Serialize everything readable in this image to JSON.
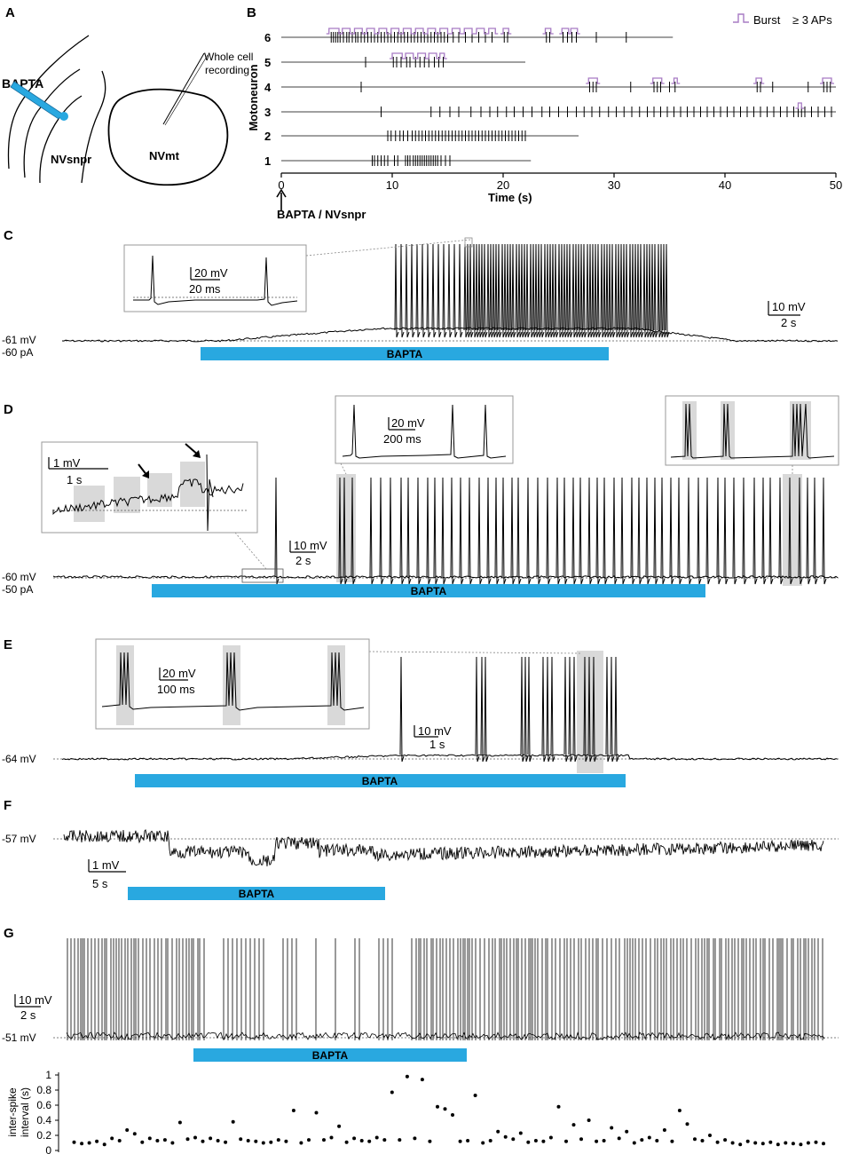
{
  "colors": {
    "bapta_bar": "#29A8E0",
    "burst": "#A77BC4",
    "trace": "#000000",
    "shade": "#D9D9D9",
    "inset_border": "#999999"
  },
  "panelA": {
    "letter": "A",
    "bapta_label": "BAPTA",
    "recording_label_1": "Whole cell",
    "recording_label_2": "recording",
    "nucleus_left": "NVsnpr",
    "nucleus_right": "NVmt"
  },
  "panelB": {
    "letter": "B",
    "ylabel": "Motoneuron",
    "xlabel": "Time (s)",
    "arrow_label": "BAPTA / NVsnpr",
    "legend_label": "Burst",
    "legend_label2": "≥ 3 APs"
  },
  "panelC": {
    "letter": "C",
    "baseline": "-61 mV",
    "holding": "-60 pA",
    "bar_label": "BAPTA",
    "inset_scale_v": "20 mV",
    "inset_scale_t": "20 ms",
    "scale_v": "10 mV",
    "scale_t": "2 s"
  },
  "panelD": {
    "letter": "D",
    "baseline": "-60 mV",
    "holding": "-50 pA",
    "bar_label": "BAPTA",
    "inset1_scale_v": "1 mV",
    "inset1_scale_t": "1 s",
    "inset2_scale_v": "20 mV",
    "inset2_scale_t": "200 ms",
    "scale_v": "10 mV",
    "scale_t": "2 s"
  },
  "panelE": {
    "letter": "E",
    "baseline": "-64 mV",
    "bar_label": "BAPTA",
    "inset_scale_v": "20 mV",
    "inset_scale_t": "100 ms",
    "scale_v": "10 mV",
    "scale_t": "1 s"
  },
  "panelF": {
    "letter": "F",
    "baseline": "-57 mV",
    "bar_label": "BAPTA",
    "scale_v": "1 mV",
    "scale_t": "5 s"
  },
  "panelG": {
    "letter": "G",
    "baseline": "-51 mV",
    "bar_label": "BAPTA",
    "scale_v": "10 mV",
    "scale_t": "2 s",
    "ylabel_1": "inter-spike",
    "ylabel_2": "interval (s)"
  },
  "chart_data": [
    {
      "type": "raster",
      "panel": "B",
      "xlabel": "Time (s)",
      "ylabel": "Motoneuron",
      "xlim": [
        0,
        50
      ],
      "xticks": [
        0,
        10,
        20,
        30,
        40,
        50
      ],
      "rows": [
        {
          "name": "1",
          "start": 0,
          "end": 22.5,
          "spikes": [
            8.2,
            8.4,
            8.7,
            9.0,
            9.3,
            9.6,
            10.2,
            10.5,
            11.2,
            11.4,
            11.6,
            11.9,
            12.1,
            12.3,
            12.5,
            12.7,
            12.9,
            13.1,
            13.3,
            13.5,
            13.7,
            13.9,
            14.1,
            14.4,
            14.8,
            15.2
          ]
        },
        {
          "name": "2",
          "start": 0,
          "end": 26.8,
          "spikes": [
            9.6,
            9.9,
            10.3,
            10.7,
            11.0,
            11.4,
            11.8,
            12.1,
            12.4,
            12.7,
            13.0,
            13.3,
            13.6,
            13.9,
            14.2,
            14.5,
            14.8,
            15.1,
            15.4,
            15.7,
            16.0,
            16.3,
            16.6,
            16.9,
            17.2,
            17.5,
            17.8,
            18.1,
            18.4,
            18.7,
            19.0,
            19.3,
            19.6,
            19.9,
            20.2,
            20.5,
            20.8,
            21.1,
            21.4,
            21.7,
            22.0
          ]
        },
        {
          "name": "3",
          "start": 0,
          "end": 50,
          "spikes": [
            9.0,
            13.5,
            14.3,
            15.2,
            16.0,
            17.1,
            18.0,
            18.8,
            19.5,
            20.3,
            21.0,
            21.8,
            22.6,
            23.5,
            24.2,
            25.0,
            25.8,
            26.6,
            27.3,
            28.0,
            28.7,
            29.5,
            30.2,
            30.9,
            31.6,
            32.3,
            33.0,
            33.6,
            34.2,
            34.8,
            35.4,
            36.0,
            36.6,
            37.2,
            37.8,
            38.4,
            39.0,
            39.6,
            40.2,
            40.8,
            41.4,
            42.0,
            42.6,
            43.2,
            43.8,
            44.4,
            45.0,
            45.6,
            46.2,
            46.6,
            46.9,
            47.2,
            47.8,
            48.4,
            49.0,
            49.6
          ]
        },
        {
          "name": "4",
          "start": 0,
          "end": 50,
          "spikes": [
            7.2,
            27.8,
            28.1,
            28.4,
            31.5,
            33.6,
            33.9,
            34.2,
            35.0,
            35.5,
            42.9,
            43.2,
            44.3,
            47.5,
            48.9,
            49.2,
            49.5
          ]
        },
        {
          "name": "5",
          "start": 0,
          "end": 22.0,
          "spikes": [
            7.6,
            10.1,
            10.4,
            10.8,
            11.3,
            11.6,
            12.1,
            12.5,
            12.9,
            13.3,
            13.8,
            14.2,
            14.6
          ]
        },
        {
          "name": "6",
          "start": 0,
          "end": 35.3,
          "spikes": [
            4.5,
            4.7,
            4.9,
            5.1,
            5.3,
            5.6,
            5.9,
            6.1,
            6.4,
            6.7,
            6.9,
            7.2,
            7.5,
            7.8,
            8.1,
            8.4,
            8.7,
            9.0,
            9.3,
            9.6,
            9.9,
            10.2,
            10.5,
            10.8,
            11.1,
            11.4,
            11.7,
            12.0,
            12.3,
            12.6,
            12.9,
            13.2,
            13.5,
            13.8,
            14.1,
            14.4,
            14.7,
            15.0,
            15.5,
            16.0,
            16.6,
            17.2,
            17.8,
            18.4,
            19.0,
            20.1,
            20.4,
            23.9,
            24.2,
            25.4,
            25.8,
            26.2,
            26.6,
            28.4,
            31.1
          ]
        }
      ],
      "bursts": [
        {
          "row": "6",
          "segments": [
            [
              4.3,
              5.2
            ],
            [
              5.5,
              6.2
            ],
            [
              6.6,
              7.3
            ],
            [
              7.7,
              8.4
            ],
            [
              8.8,
              9.5
            ],
            [
              9.9,
              10.6
            ],
            [
              11.0,
              11.7
            ],
            [
              12.1,
              12.8
            ],
            [
              13.2,
              13.9
            ],
            [
              14.3,
              15.0
            ],
            [
              15.4,
              16.1
            ],
            [
              16.5,
              17.2
            ],
            [
              17.6,
              18.3
            ],
            [
              18.7,
              19.3
            ],
            [
              20.0,
              20.5
            ],
            [
              23.8,
              24.3
            ],
            [
              25.3,
              25.9
            ],
            [
              26.1,
              26.7
            ]
          ]
        },
        {
          "row": "5",
          "segments": [
            [
              10.0,
              10.9
            ],
            [
              11.2,
              11.9
            ],
            [
              12.3,
              13.0
            ],
            [
              13.3,
              14.0
            ],
            [
              14.3,
              14.7
            ]
          ]
        },
        {
          "row": "4",
          "segments": [
            [
              27.7,
              28.5
            ],
            [
              33.5,
              34.3
            ],
            [
              35.4,
              35.7
            ],
            [
              42.8,
              43.3
            ],
            [
              48.8,
              49.6
            ]
          ]
        },
        {
          "row": "3",
          "segments": [
            [
              46.6,
              46.9
            ]
          ]
        }
      ]
    },
    {
      "type": "scatter",
      "panel": "G",
      "xlabel": "",
      "ylabel": "inter-spike interval (s)",
      "ylim": [
        0,
        1
      ],
      "yticks": [
        0,
        0.2,
        0.4,
        0.6,
        0.8,
        1
      ],
      "xlim": [
        0,
        100
      ],
      "points": [
        [
          1,
          0.11
        ],
        [
          2,
          0.09
        ],
        [
          3,
          0.1
        ],
        [
          4,
          0.12
        ],
        [
          5,
          0.08
        ],
        [
          6,
          0.16
        ],
        [
          7,
          0.13
        ],
        [
          8,
          0.27
        ],
        [
          9,
          0.22
        ],
        [
          10,
          0.11
        ],
        [
          11,
          0.16
        ],
        [
          12,
          0.13
        ],
        [
          13,
          0.14
        ],
        [
          14,
          0.1
        ],
        [
          15,
          0.37
        ],
        [
          16,
          0.15
        ],
        [
          17,
          0.17
        ],
        [
          18,
          0.12
        ],
        [
          19,
          0.16
        ],
        [
          20,
          0.13
        ],
        [
          21,
          0.11
        ],
        [
          22,
          0.38
        ],
        [
          23,
          0.15
        ],
        [
          24,
          0.13
        ],
        [
          25,
          0.12
        ],
        [
          26,
          0.1
        ],
        [
          27,
          0.11
        ],
        [
          28,
          0.14
        ],
        [
          29,
          0.12
        ],
        [
          30,
          0.53
        ],
        [
          31,
          0.1
        ],
        [
          32,
          0.14
        ],
        [
          33,
          0.5
        ],
        [
          34,
          0.14
        ],
        [
          35,
          0.17
        ],
        [
          36,
          0.32
        ],
        [
          37,
          0.11
        ],
        [
          38,
          0.16
        ],
        [
          39,
          0.13
        ],
        [
          40,
          0.12
        ],
        [
          41,
          0.17
        ],
        [
          42,
          0.14
        ],
        [
          43,
          0.77
        ],
        [
          44,
          0.14
        ],
        [
          45,
          0.98
        ],
        [
          46,
          0.16
        ],
        [
          47,
          0.94
        ],
        [
          48,
          0.12
        ],
        [
          49,
          0.58
        ],
        [
          50,
          0.55
        ],
        [
          51,
          0.47
        ],
        [
          52,
          0.12
        ],
        [
          53,
          0.13
        ],
        [
          54,
          0.73
        ],
        [
          55,
          0.1
        ],
        [
          56,
          0.13
        ],
        [
          57,
          0.25
        ],
        [
          58,
          0.18
        ],
        [
          59,
          0.15
        ],
        [
          60,
          0.23
        ],
        [
          61,
          0.11
        ],
        [
          62,
          0.13
        ],
        [
          63,
          0.12
        ],
        [
          64,
          0.17
        ],
        [
          65,
          0.58
        ],
        [
          66,
          0.12
        ],
        [
          67,
          0.34
        ],
        [
          68,
          0.15
        ],
        [
          69,
          0.4
        ],
        [
          70,
          0.12
        ],
        [
          71,
          0.13
        ],
        [
          72,
          0.3
        ],
        [
          73,
          0.16
        ],
        [
          74,
          0.25
        ],
        [
          75,
          0.1
        ],
        [
          76,
          0.14
        ],
        [
          77,
          0.17
        ],
        [
          78,
          0.13
        ],
        [
          79,
          0.27
        ],
        [
          80,
          0.12
        ],
        [
          81,
          0.53
        ],
        [
          82,
          0.35
        ],
        [
          83,
          0.15
        ],
        [
          84,
          0.13
        ],
        [
          85,
          0.2
        ],
        [
          86,
          0.11
        ],
        [
          87,
          0.14
        ],
        [
          88,
          0.1
        ],
        [
          89,
          0.08
        ],
        [
          90,
          0.12
        ],
        [
          91,
          0.1
        ],
        [
          92,
          0.09
        ],
        [
          93,
          0.11
        ],
        [
          94,
          0.08
        ],
        [
          95,
          0.1
        ],
        [
          96,
          0.09
        ],
        [
          97,
          0.08
        ],
        [
          98,
          0.1
        ],
        [
          99,
          0.11
        ],
        [
          100,
          0.09
        ]
      ]
    }
  ]
}
